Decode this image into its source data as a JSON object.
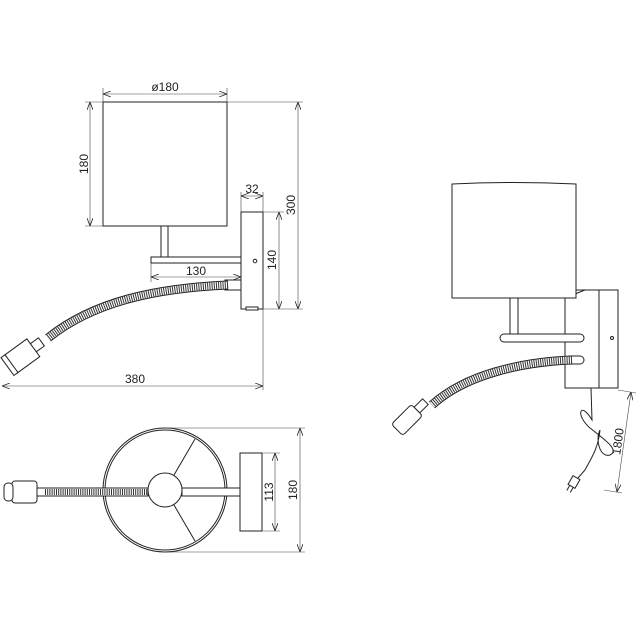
{
  "front_view": {
    "shade_diameter": "ø180",
    "shade_height": "180",
    "total_height": "300",
    "plate_depth": "32",
    "plate_height": "140",
    "arm_length": "130",
    "total_length": "380"
  },
  "top_view": {
    "plate_width": "113",
    "shade_width": "180"
  },
  "perspective_view": {
    "cord_length": "1800"
  },
  "colors": {
    "line": "#222222",
    "background": "#ffffff"
  }
}
